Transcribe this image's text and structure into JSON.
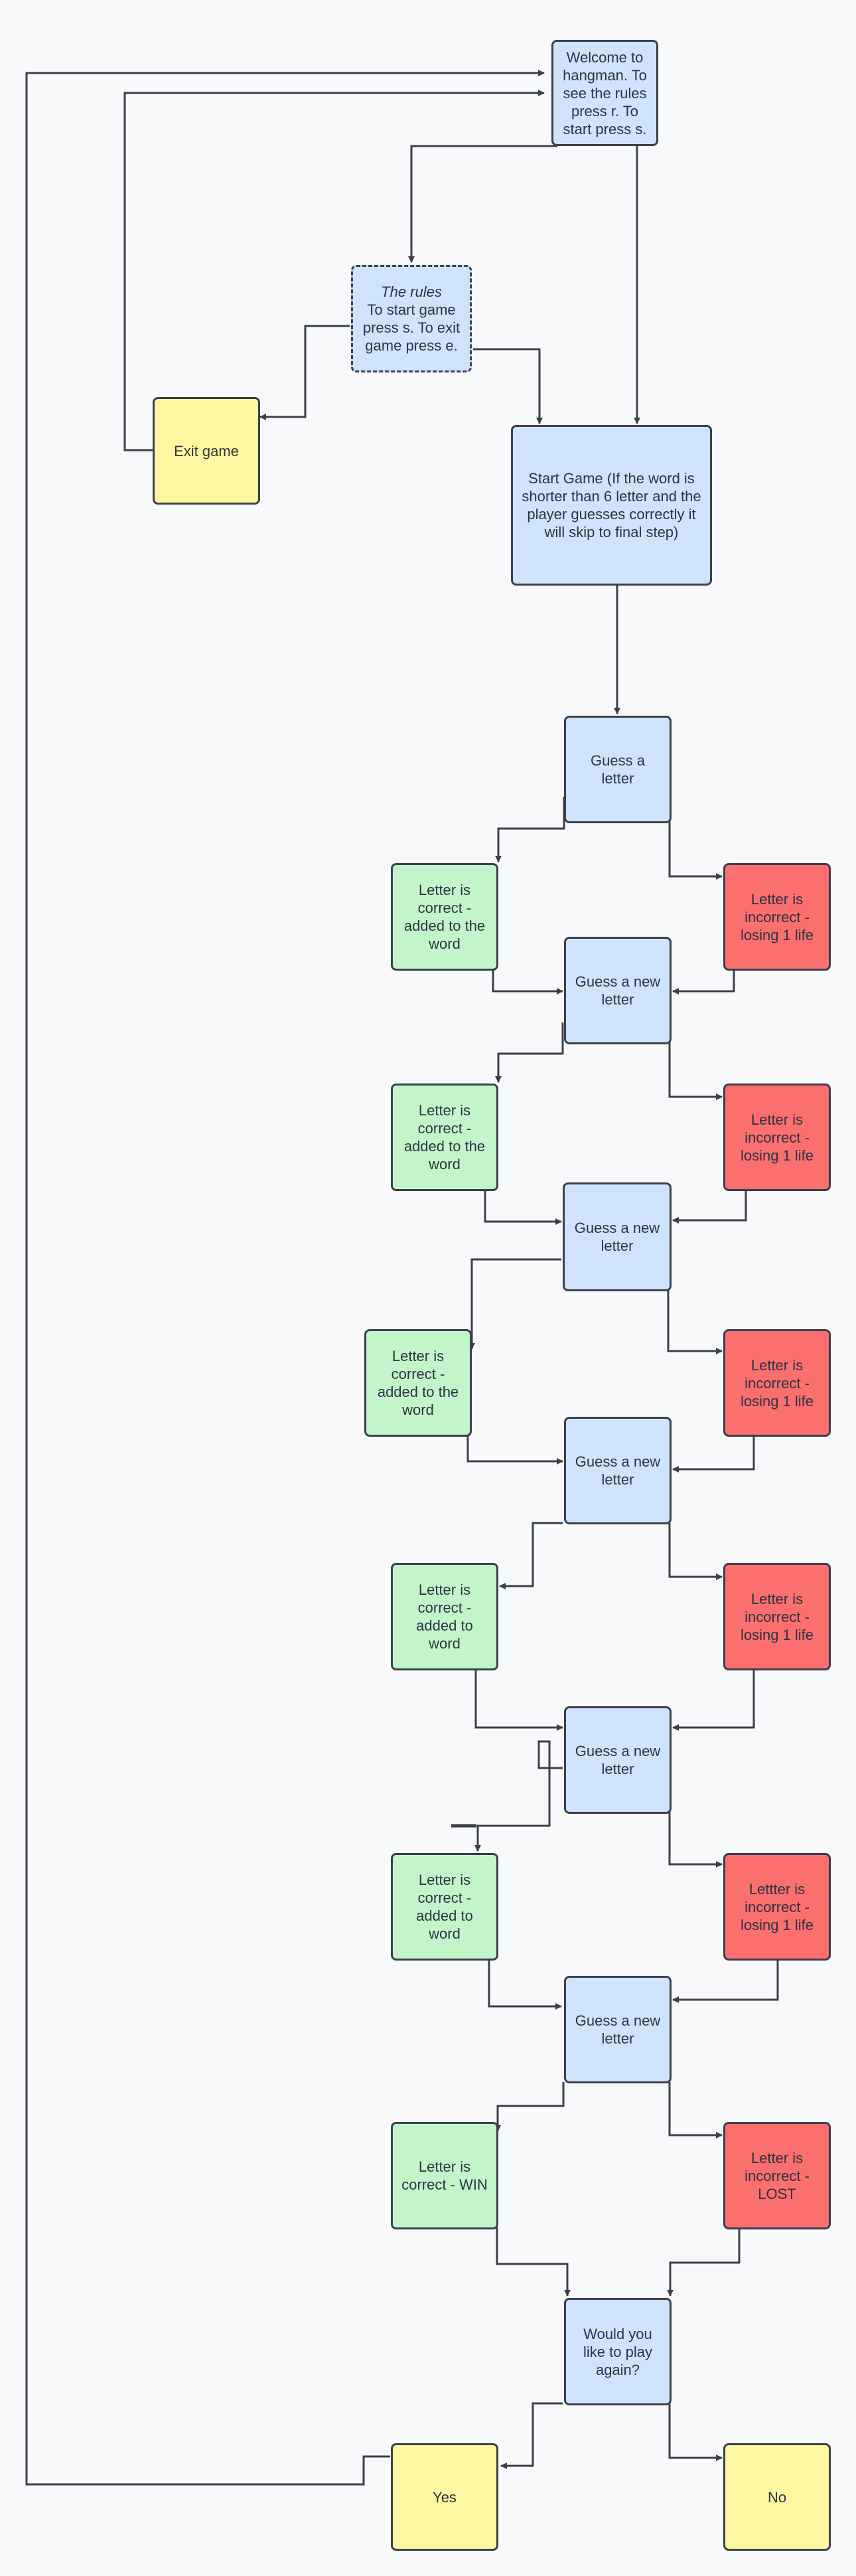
{
  "nodes": {
    "welcome": "Welcome to hangman. To see the rules press r. To start press s.",
    "rules_title": "The rules",
    "rules_body": "To start game press s. To exit game press e.",
    "exit": "Exit game",
    "start": "Start Game (If the word is shorter than 6 letter and the player guesses correctly it will skip to final step)",
    "guess1": "Guess a letter",
    "correct1": "Letter is correct - added to the word",
    "incorrect1": "Letter is incorrect - losing 1 life",
    "guess2": "Guess a new letter",
    "correct2": "Letter is correct - added to the word",
    "incorrect2": "Letter is incorrect - losing 1 life",
    "guess3": "Guess a new letter",
    "correct3": "Letter is correct - added to the word",
    "incorrect3": "Letter is incorrect - losing 1 life",
    "guess4": "Guess a new letter",
    "correct4": "Letter is correct - added to word",
    "incorrect4": "Letter is incorrect - losing 1 life",
    "guess5": "Guess a new letter",
    "correct5": "Letter is correct - added to word",
    "incorrect5": "Lettter is incorrect - losing 1 life",
    "guess6": "Guess a new letter",
    "correct6": "Letter is correct - WIN",
    "incorrect6": "Letter is incorrect - LOST",
    "again": "Would you like to play again?",
    "yes": "Yes",
    "no": "No"
  },
  "colors": {
    "blue": "#cfe3fd",
    "green": "#c3f5cb",
    "red": "#fb6f6f",
    "yellow": "#fef7a2",
    "line": "#3b3f4a"
  }
}
